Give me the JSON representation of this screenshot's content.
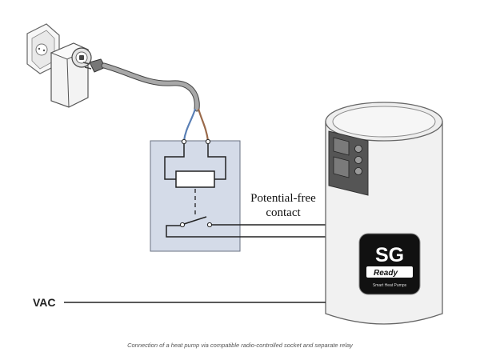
{
  "labels": {
    "contact_line1": "Potential-free",
    "contact_line2": "contact",
    "vac": "VAC",
    "badge_main": "SG",
    "badge_ready": "Ready",
    "badge_sub": "Smart Heat Pumps",
    "caption": "Connection of a heat pump via compatible radio-controlled socket and separate relay"
  },
  "colors": {
    "relay_box": "#d4dbe8",
    "wire_blue": "#5a7fb5",
    "wire_brown": "#9a6a4a",
    "badge_bg": "#111111"
  }
}
